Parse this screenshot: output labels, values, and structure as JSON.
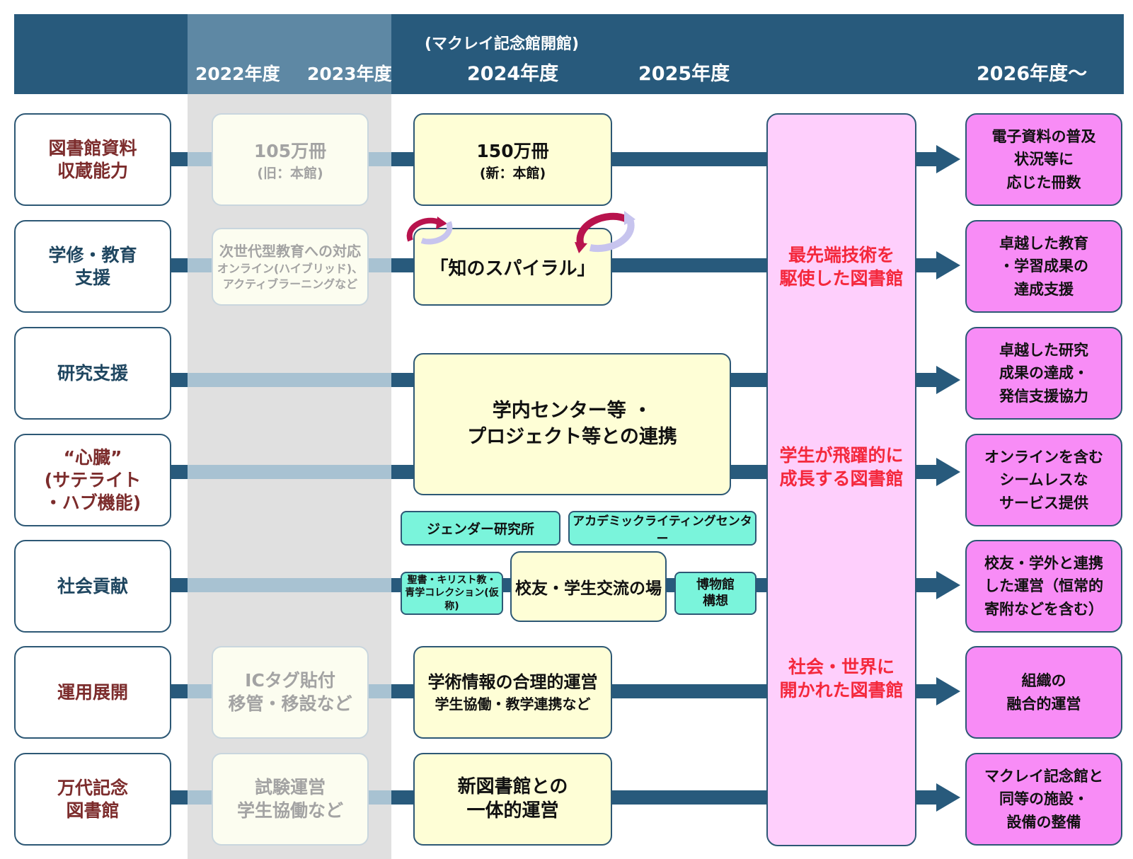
{
  "header": {
    "y2022": "2022年度",
    "y2023": "2023年度",
    "note": "(マクレイ記念館開館)",
    "y2024": "2024年度",
    "y2025": "2025年度",
    "y2026": "2026年度〜"
  },
  "rows": [
    {
      "label": [
        "図書館資料",
        "収蔵能力"
      ],
      "old": [
        "105万冊",
        "(旧：本館)"
      ],
      "current": [
        "150万冊",
        "(新：本館)"
      ],
      "goal": [
        "電子資料の普及",
        "状況等に",
        "応じた冊数"
      ]
    },
    {
      "label": [
        "学修・教育",
        "支援"
      ],
      "old": [
        "次世代型教育への対応",
        "オンライン(ハイブリッド)、",
        "アクティブラーニングなど"
      ],
      "current": [
        "「知のスパイラル」"
      ],
      "goal": [
        "卓越した教育",
        "・学習成果の",
        "達成支援"
      ]
    },
    {
      "label": [
        "研究支援"
      ],
      "goal": [
        "卓越した研究",
        "成果の達成・",
        "発信支援協力"
      ]
    },
    {
      "label": [
        "“心臓”",
        "(サテライト",
        "・ハブ機能)"
      ],
      "goal": [
        "オンラインを含む",
        "シームレスな",
        "サービス提供"
      ]
    },
    {
      "label": [
        "社会貢献"
      ],
      "goal": [
        "校友・学外と連携",
        "した運営（恒常的",
        "寄附などを含む）"
      ]
    },
    {
      "label": [
        "運用展開"
      ],
      "old": [
        "ICタグ貼付",
        "移管・移設など"
      ],
      "current": [
        "学術情報の合理的運営",
        "学生協働・教学連携など"
      ],
      "goal": [
        "組織の",
        "融合的運営"
      ]
    },
    {
      "label": [
        "万代記念",
        "図書館"
      ],
      "old": [
        "試験運営",
        "学生協働など"
      ],
      "current": [
        "新図書館との",
        "一体的運営"
      ],
      "goal": [
        "マクレイ記念館と",
        "同等の施設・",
        "設備の整備"
      ]
    }
  ],
  "collaboration": [
    "学内センター等 ・",
    "プロジェクト等との連携"
  ],
  "teal": {
    "gender": "ジェンダー研究所",
    "writing": "アカデミックライティングセンター",
    "bible": [
      "聖書・キリスト教・",
      "青学コレクション(仮称)"
    ],
    "museum": [
      "博物館",
      "構想"
    ]
  },
  "alumni": "校友・学生交流の場",
  "center": {
    "t1": [
      "最先端技術を",
      "駆使した図書館"
    ],
    "t2": [
      "学生が飛躍的に",
      "成長する図書館"
    ],
    "t3": [
      "社会・世界に",
      "開かれた図書館"
    ]
  },
  "colors": {
    "header": "#285a7c",
    "center_pink": "#fecffc",
    "goal_pink": "#f88cf6",
    "teal": "#7af4db",
    "accent_red": "#f4283c"
  }
}
